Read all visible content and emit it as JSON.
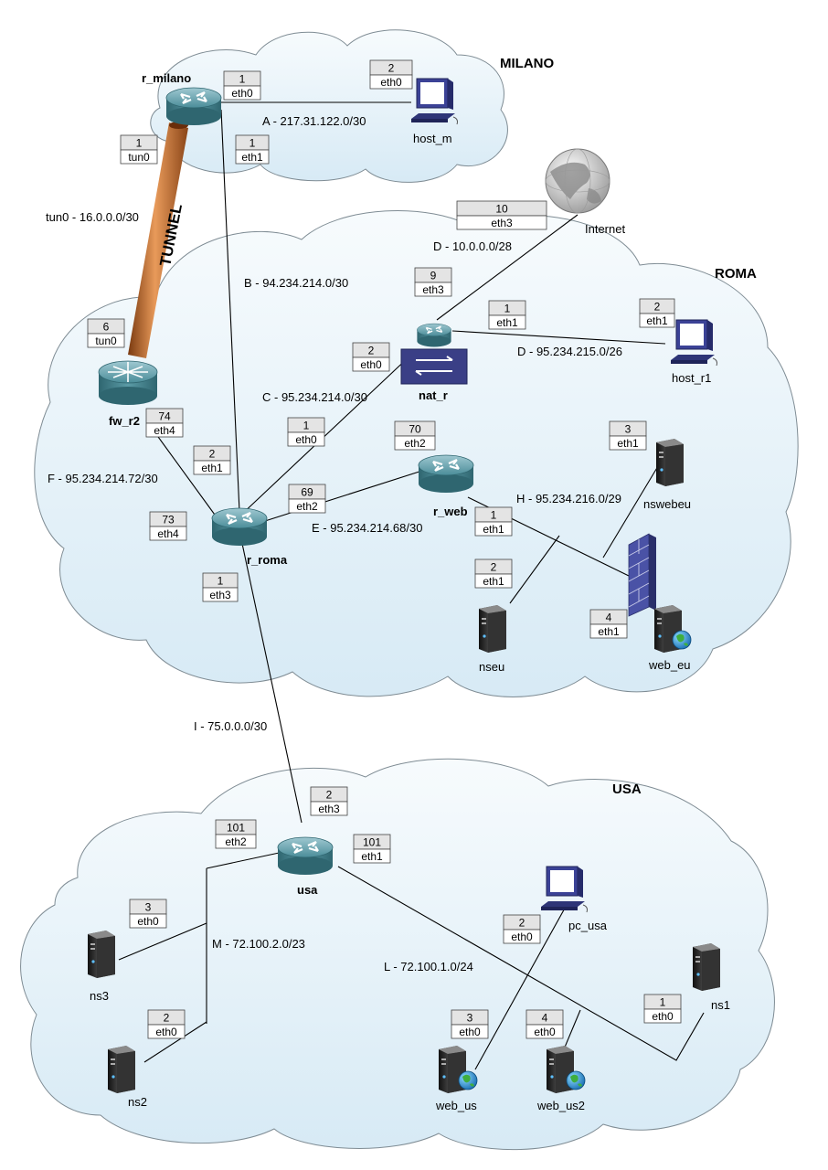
{
  "regions": [
    {
      "id": "milano",
      "label": "MILANO"
    },
    {
      "id": "roma",
      "label": "ROMA"
    },
    {
      "id": "usa",
      "label": "USA"
    }
  ],
  "tunnel": {
    "label": "TUNNEL",
    "network": "tun0 - 16.0.0.0/30"
  },
  "internet": {
    "label": "Internet"
  },
  "networks": {
    "A": "A - 217.31.122.0/30",
    "B": "B - 94.234.214.0/30",
    "C": "C - 95.234.214.0/30",
    "D1": "D - 10.0.0.0/28",
    "D2": "D - 95.234.215.0/26",
    "E": "E - 95.234.214.68/30",
    "F": "F - 95.234.214.72/30",
    "H": "H - 95.234.216.0/29",
    "I": "I - 75.0.0.0/30",
    "L": "L - 72.100.1.0/24",
    "M": "M - 72.100.2.0/23"
  },
  "nodes": {
    "r_milano": "r_milano",
    "host_m": "host_m",
    "fw_r2": "fw_r2",
    "nat_r": "nat_r",
    "host_r1": "host_r1",
    "r_web": "r_web",
    "r_roma": "r_roma",
    "nswebeu": "nswebeu",
    "nseu": "nseu",
    "web_eu": "web_eu",
    "usa": "usa",
    "pc_usa": "pc_usa",
    "ns3": "ns3",
    "ns2": "ns2",
    "ns1": "ns1",
    "web_us": "web_us",
    "web_us2": "web_us2"
  },
  "interfaces": {
    "rmilano_eth0": {
      "num": "1",
      "name": "eth0"
    },
    "rmilano_eth1": {
      "num": "1",
      "name": "eth1"
    },
    "rmilano_tun0": {
      "num": "1",
      "name": "tun0"
    },
    "hostm_eth0": {
      "num": "2",
      "name": "eth0"
    },
    "natr_eth3_inet": {
      "num": "10",
      "name": "eth3"
    },
    "natr_eth3": {
      "num": "9",
      "name": "eth3"
    },
    "natr_eth1": {
      "num": "1",
      "name": "eth1"
    },
    "natr_eth0": {
      "num": "2",
      "name": "eth0"
    },
    "hostr1_eth1": {
      "num": "2",
      "name": "eth1"
    },
    "fwr2_tun0": {
      "num": "6",
      "name": "tun0"
    },
    "fwr2_eth4": {
      "num": "74",
      "name": "eth4"
    },
    "rroma_eth0": {
      "num": "1",
      "name": "eth0"
    },
    "rroma_eth1": {
      "num": "2",
      "name": "eth1"
    },
    "rroma_eth2": {
      "num": "69",
      "name": "eth2"
    },
    "rroma_eth4": {
      "num": "73",
      "name": "eth4"
    },
    "rroma_eth3": {
      "num": "1",
      "name": "eth3"
    },
    "rweb_eth2": {
      "num": "70",
      "name": "eth2"
    },
    "rweb_eth1": {
      "num": "1",
      "name": "eth1"
    },
    "nswebeu_eth1": {
      "num": "3",
      "name": "eth1"
    },
    "nseu_eth1": {
      "num": "2",
      "name": "eth1"
    },
    "webeu_eth1": {
      "num": "4",
      "name": "eth1"
    },
    "usa_eth3": {
      "num": "2",
      "name": "eth3"
    },
    "usa_eth2": {
      "num": "101",
      "name": "eth2"
    },
    "usa_eth1": {
      "num": "101",
      "name": "eth1"
    },
    "ns3_eth0": {
      "num": "3",
      "name": "eth0"
    },
    "ns2_eth0": {
      "num": "2",
      "name": "eth0"
    },
    "pcusa_eth0": {
      "num": "2",
      "name": "eth0"
    },
    "webus_eth0": {
      "num": "3",
      "name": "eth0"
    },
    "webus2_eth0": {
      "num": "4",
      "name": "eth0"
    },
    "ns1_eth0": {
      "num": "1",
      "name": "eth0"
    }
  },
  "colors": {
    "cloud_fill": "#e3f1f9",
    "cloud_stroke": "#7f8c94",
    "router": "#3f7f8c",
    "tunnel": "#c86a2b",
    "nat_switch": "#3a3f86",
    "firewall": "#4a52a6",
    "server": "#2a2a2a"
  }
}
